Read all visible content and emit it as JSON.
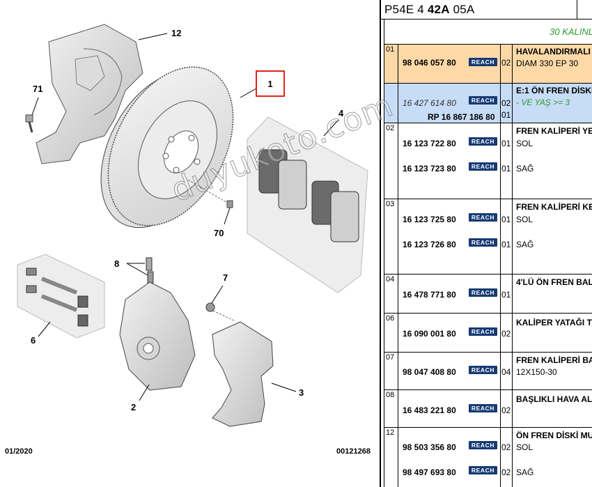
{
  "diagram": {
    "callouts": {
      "c12": "12",
      "c1": "1",
      "c71": "71",
      "c4": "4",
      "c70": "70",
      "c8": "8",
      "c7": "7",
      "c6": "6",
      "c2": "2",
      "c3": "3"
    },
    "footer_left": "01/2020",
    "footer_right": "00121268",
    "highlight_color": "#e2231a"
  },
  "header": {
    "code_prefix": "P54E 4 ",
    "code_bold": "42A",
    "code_suffix": " 05A"
  },
  "subheader": {
    "text": "30 KALINL"
  },
  "rows": [
    {
      "num": "01",
      "bg": "#fdd9a8",
      "items": [
        {
          "pn": "98 046 057 80",
          "qty": "02",
          "desc": "HAVALANDIRMALI",
          "desc2": "DIAM 330 EP 30"
        }
      ]
    },
    {
      "num": "",
      "bg": "#c7dcf6",
      "items": [
        {
          "pn": "16 427 614 80",
          "qty": "02",
          "desc": "E:1 ÖN FREN DİSKİ",
          "desc2": "- VE YAŞ >= 3",
          "pn2": "RP 16 867 186 80",
          "qty2": "01"
        }
      ]
    },
    {
      "num": "02",
      "bg": "#ffffff",
      "items": [
        {
          "pn": "16 123 722 80",
          "qty": "01",
          "desc": "FREN KALİPERİ YE",
          "desc2": "SOL"
        },
        {
          "pn": "16 123 723 80",
          "qty": "01",
          "desc": "SAĞ"
        }
      ]
    },
    {
      "num": "03",
      "bg": "#ffffff",
      "items": [
        {
          "pn": "16 123 725 80",
          "qty": "01",
          "desc": "FREN KALİPERİ KE",
          "desc2": "SOL"
        },
        {
          "pn": "16 123 726 80",
          "qty": "01",
          "desc": "SAĞ"
        }
      ]
    },
    {
      "num": "04",
      "bg": "#ffffff",
      "items": [
        {
          "pn": "16 478 771 80",
          "qty": "01",
          "desc": "4'LÜ ÖN FREN BAL"
        }
      ]
    },
    {
      "num": "06",
      "bg": "#ffffff",
      "items": [
        {
          "pn": "16 090 001 80",
          "qty": "02",
          "desc": "KALİPER YATAĞI T"
        }
      ]
    },
    {
      "num": "07",
      "bg": "#ffffff",
      "items": [
        {
          "pn": "98 047 408 80",
          "qty": "04",
          "desc": "FREN KALİPERİ BA",
          "desc2": "12X150-30"
        }
      ]
    },
    {
      "num": "08",
      "bg": "#ffffff",
      "items": [
        {
          "pn": "16 483 221 80",
          "qty": "02",
          "desc": "BAŞLIKLI HAVA AL"
        }
      ]
    },
    {
      "num": "12",
      "bg": "#ffffff",
      "items": [
        {
          "pn": "98 503 356 80",
          "qty": "02",
          "desc": "ÖN FREN DİSKİ MU",
          "desc2": "SOL"
        },
        {
          "pn": "98 497 693 80",
          "qty": "02",
          "desc": "SAĞ"
        }
      ]
    }
  ],
  "reach_label": "REACH",
  "watermark": "duyukoto.com",
  "colors": {
    "reach_badge": "#163a73",
    "green_text": "#2c9a2c",
    "row1_bg": "#fdd9a8",
    "row2_bg": "#c7dcf6"
  }
}
